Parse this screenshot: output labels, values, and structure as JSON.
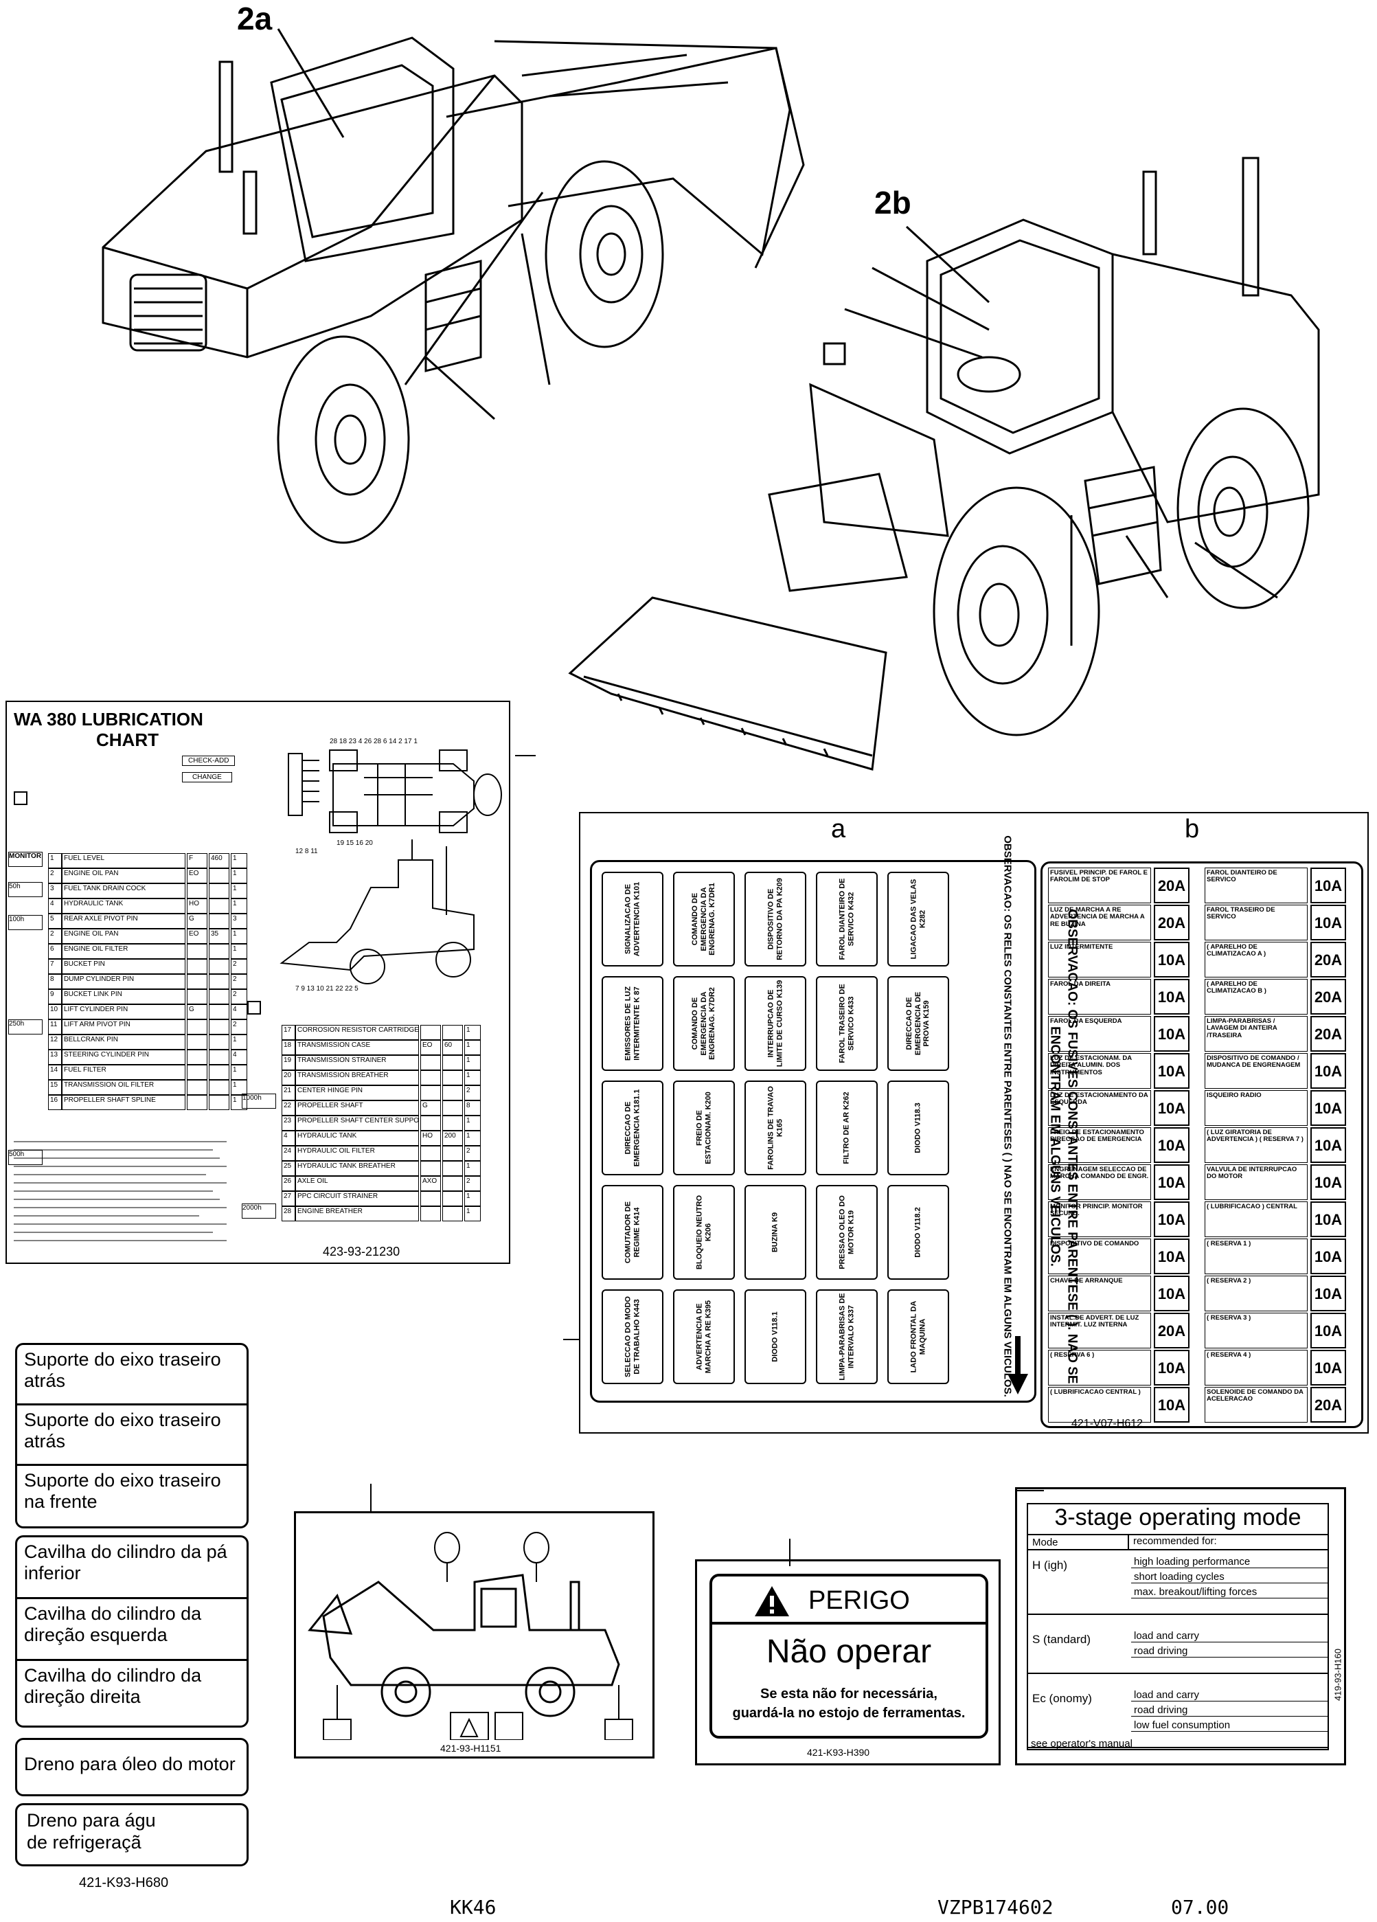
{
  "callouts": {
    "view_a": "2a",
    "view_b": "2b"
  },
  "lubrication_chart": {
    "title_line1": "WA 380   LUBRICATION",
    "title_line2": "CHART",
    "check_add": "CHECK-ADD",
    "change": "CHANGE",
    "intervals": [
      "MONITOR",
      "50h",
      "100h",
      "250h",
      "500h",
      "1000h",
      "2000h"
    ],
    "rows_left": [
      {
        "no": "1",
        "item": "FUEL LEVEL",
        "code": "F",
        "qty": "460",
        "pts": "1"
      },
      {
        "no": "2",
        "item": "ENGINE OIL PAN",
        "code": "EO",
        "qty": "",
        "pts": "1"
      },
      {
        "no": "3",
        "item": "FUEL TANK DRAIN COCK",
        "code": "",
        "qty": "",
        "pts": "1"
      },
      {
        "no": "4",
        "item": "HYDRAULIC TANK",
        "code": "HO",
        "qty": "",
        "pts": "1"
      },
      {
        "no": "5",
        "item": "REAR AXLE PIVOT PIN",
        "code": "G",
        "qty": "",
        "pts": "3"
      },
      {
        "no": "2",
        "item": "ENGINE OIL PAN",
        "code": "EO",
        "qty": "35",
        "pts": "1"
      },
      {
        "no": "6",
        "item": "ENGINE OIL FILTER",
        "code": "",
        "qty": "",
        "pts": "1"
      },
      {
        "no": "7",
        "item": "BUCKET PIN",
        "code": "",
        "qty": "",
        "pts": "2"
      },
      {
        "no": "8",
        "item": "DUMP CYLINDER PIN",
        "code": "",
        "qty": "",
        "pts": "2"
      },
      {
        "no": "9",
        "item": "BUCKET LINK PIN",
        "code": "",
        "qty": "",
        "pts": "2"
      },
      {
        "no": "10",
        "item": "LIFT CYLINDER PIN",
        "code": "G",
        "qty": "",
        "pts": "4"
      },
      {
        "no": "11",
        "item": "LIFT ARM PIVOT PIN",
        "code": "",
        "qty": "",
        "pts": "2"
      },
      {
        "no": "12",
        "item": "BELLCRANK PIN",
        "code": "",
        "qty": "",
        "pts": "1"
      },
      {
        "no": "13",
        "item": "STEERING CYLINDER PIN",
        "code": "",
        "qty": "",
        "pts": "4"
      },
      {
        "no": "14",
        "item": "FUEL FILTER",
        "code": "",
        "qty": "",
        "pts": "1"
      },
      {
        "no": "15",
        "item": "TRANSMISSION OIL FILTER",
        "code": "",
        "qty": "",
        "pts": "1"
      },
      {
        "no": "16",
        "item": "PROPELLER SHAFT SPLINE",
        "code": "",
        "qty": "",
        "pts": "1"
      }
    ],
    "rows_right": [
      {
        "no": "17",
        "item": "CORROSION RESISTOR CARTRIDGE",
        "code": "",
        "qty": "",
        "pts": "1"
      },
      {
        "no": "18",
        "item": "TRANSMISSION CASE",
        "code": "EO",
        "qty": "60",
        "pts": "1"
      },
      {
        "no": "19",
        "item": "TRANSMISSION STRAINER",
        "code": "",
        "qty": "",
        "pts": "1"
      },
      {
        "no": "20",
        "item": "TRANSMISSION BREATHER",
        "code": "",
        "qty": "",
        "pts": "1"
      },
      {
        "no": "21",
        "item": "CENTER HINGE PIN",
        "code": "",
        "qty": "",
        "pts": "2"
      },
      {
        "no": "22",
        "item": "PROPELLER SHAFT",
        "code": "G",
        "qty": "",
        "pts": "8"
      },
      {
        "no": "23",
        "item": "PROPELLER SHAFT CENTER SUPPORT",
        "code": "",
        "qty": "",
        "pts": "1"
      },
      {
        "no": "4",
        "item": "HYDRAULIC TANK",
        "code": "HO",
        "qty": "200",
        "pts": "1"
      },
      {
        "no": "24",
        "item": "HYDRAULIC OIL FILTER",
        "code": "",
        "qty": "",
        "pts": "2"
      },
      {
        "no": "25",
        "item": "HYDRAULIC TANK BREATHER",
        "code": "",
        "qty": "",
        "pts": "1"
      },
      {
        "no": "26",
        "item": "AXLE OIL",
        "code": "AXO",
        "qty": "",
        "pts": "2"
      },
      {
        "no": "27",
        "item": "PPC CIRCUIT STRAINER",
        "code": "",
        "qty": "",
        "pts": "1"
      },
      {
        "no": "28",
        "item": "ENGINE BREATHER",
        "code": "",
        "qty": "",
        "pts": "1"
      }
    ],
    "part_no": "423-93-21230"
  },
  "fuse_panel": {
    "label_a": "a",
    "label_b": "b",
    "note_a": "OBSERVACAO: OS RELES CONSTANTES ENTRE PARENTESES ( ) NAO SE ENCONTRAM EM ALGUNS VEICULOS.",
    "note_b": "OBSERVACAO: OS FUSIVES CONSTANTES ENTRE PARENTESE ( ). NAO SE ENCONTRAM EM ALGUNS VEICULOS.",
    "relays": [
      [
        "SIGNALIZACAO DE ADVERTENCIA K101",
        "COMANDO DE EMERGENCIA DA ENGRENAG. K7DR1",
        "DISPOSITIVO DE RETORNO DA PA K209",
        "FAROL DIANTEIRO DE SERVICO K432",
        "LIGACAO DAS VELAS K282"
      ],
      [
        "EMISSORES DE LUZ INTERMITENTE K 87",
        "COMANDO DE EMERGENCIA DA ENGRENAG. K7DR2",
        "INTERRUPCAO DE LIMITE DE CURSO K139",
        "FAROL TRASEIRO DE SERVICO K433",
        "DIRECCAO DE EMERGENCIA DE PROVA K159"
      ],
      [
        "DIRECCAO DE EMERGENCIA K181.1",
        "FREIO DE ESTACIONAM. K200",
        "FAROLINS DE TRAVAO K165",
        "FILTRO DE AR K262",
        "DIODO V118.3"
      ],
      [
        "COMUTADOR DE REGIME K414",
        "BLOQUEIO NEUTRO K206",
        "BUZINA K9",
        "PRESSAO OLEO DO MOTOR K19",
        "DIODO V118.2"
      ],
      [
        "SELECCAO DO MODO DE TRABALHO K443",
        "ADVERTENCIA DE MARCHA A RE K395",
        "DIODO V118.1",
        "LIMPA-PARABRISAS DE INTERVALO K337",
        "LADO FRONTAL DA MAQUINA"
      ]
    ],
    "fuses_left": [
      {
        "name": "FUSIVEL PRINCIP. DE FAROL E FAROLIM DE STOP",
        "amp": "20A"
      },
      {
        "name": "LUZ DE MARCHA A RE ADVERTENCIA DE MARCHA A RE BUZINA",
        "amp": "20A"
      },
      {
        "name": "LUZ INTERMITENTE",
        "amp": "10A"
      },
      {
        "name": "FAROL DA DIREITA",
        "amp": "10A"
      },
      {
        "name": "FAROL DA ESQUERDA",
        "amp": "10A"
      },
      {
        "name": "LUZ DE ESTACIONAM. DA DIREITA ALUMIN. DOS INSTRUMENTOS",
        "amp": "10A"
      },
      {
        "name": "LUZ DE ESTACIONAMENTO DA ESQUERDA",
        "amp": "10A"
      },
      {
        "name": "FREIO DE ESTACIONAMENTO DIRECCAO DE EMERGENCIA",
        "amp": "10A"
      },
      {
        "name": "ENGRENAGEM SELECCAO DE MARCHA COMANDO DE ENGR.",
        "amp": "10A"
      },
      {
        "name": "MONITOR PRINCIP. MONITOR SECUND.",
        "amp": "10A"
      },
      {
        "name": "DISPOSITIVO DE COMANDO",
        "amp": "10A"
      },
      {
        "name": "CHAVE DE ARRANQUE",
        "amp": "10A"
      },
      {
        "name": "INSTAL.DE ADVERT. DE LUZ INTERMIT. LUZ INTERNA",
        "amp": "20A"
      },
      {
        "name": "( RESERVA 6 )",
        "amp": "10A"
      },
      {
        "name": "( LUBRIFICACAO CENTRAL )",
        "amp": "10A"
      }
    ],
    "fuses_right": [
      {
        "name": "FAROL DIANTEIRO DE SERVICO",
        "amp": "10A"
      },
      {
        "name": "FAROL TRASEIRO DE SERVICO",
        "amp": "10A"
      },
      {
        "name": "( APARELHO DE CLIMATIZACAO A )",
        "amp": "20A"
      },
      {
        "name": "( APARELHO DE CLIMATIZACAO B )",
        "amp": "20A"
      },
      {
        "name": "LIMPA-PARABRISAS / LAVAGEM DI ANTEIRA /TRASEIRA",
        "amp": "20A"
      },
      {
        "name": "DISPOSITIVO DE COMANDO / MUDANCA DE ENGRENAGEM",
        "amp": "10A"
      },
      {
        "name": "ISQUEIRO RADIO",
        "amp": "10A"
      },
      {
        "name": "( LUZ GIRATORIA DE ADVERTENCIA ) ( RESERVA 7 )",
        "amp": "10A"
      },
      {
        "name": "VALVULA DE INTERRUPCAO DO MOTOR",
        "amp": "10A"
      },
      {
        "name": "( LUBRIFICACAO ) CENTRAL",
        "amp": "10A"
      },
      {
        "name": "( RESERVA 1 )",
        "amp": "10A"
      },
      {
        "name": "( RESERVA 2 )",
        "amp": "10A"
      },
      {
        "name": "( RESERVA 3 )",
        "amp": "10A"
      },
      {
        "name": "( RESERVA 4 )",
        "amp": "10A"
      },
      {
        "name": "SOLENOIDE DE COMANDO DA ACELERACAO",
        "amp": "20A"
      }
    ],
    "part_no": "421-V07-H612"
  },
  "support_labels": {
    "group1": [
      "Suporte do eixo traseiro atrás",
      "Suporte do eixo traseiro atrás",
      "Suporte do eixo traseiro na frente"
    ],
    "group2": [
      "Cavilha do cilindro da pá inferior",
      "Cavilha do cilindro da direção esquerda",
      "Cavilha do cilindro da direção direita"
    ],
    "drain_oil": "Dreno para óleo do motor",
    "drain_water_line1": "Dreno para águ",
    "drain_water_line2": "de refrigeraçã",
    "part_no": "421-K93-H680"
  },
  "machine_decal": {
    "part_no": "421-93-H1151"
  },
  "danger_decal": {
    "title": "PERIGO",
    "headline": "Não operar",
    "line1": "Se esta não for necessária,",
    "line2": "guardá-la no estojo de ferramentas.",
    "part_no": "421-K93-H390"
  },
  "mode_decal": {
    "title": "3-stage operating mode",
    "col_mode": "Mode",
    "col_recommended": "recommended for:",
    "modes": [
      {
        "name": "H (igh)",
        "items": [
          "high loading performance",
          "short loading cycles",
          "max. breakout/lifting forces"
        ]
      },
      {
        "name": "S (tandard)",
        "items": [
          "load and carry",
          "road driving"
        ]
      },
      {
        "name": "Ec (onomy)",
        "items": [
          "load and carry",
          "road driving",
          "low fuel consumption"
        ]
      }
    ],
    "footer": "see operator's manual",
    "side_code": "419-93-H160"
  },
  "page_footer": {
    "left": "KK46",
    "center": "VZPB174602",
    "right": "07.00"
  }
}
